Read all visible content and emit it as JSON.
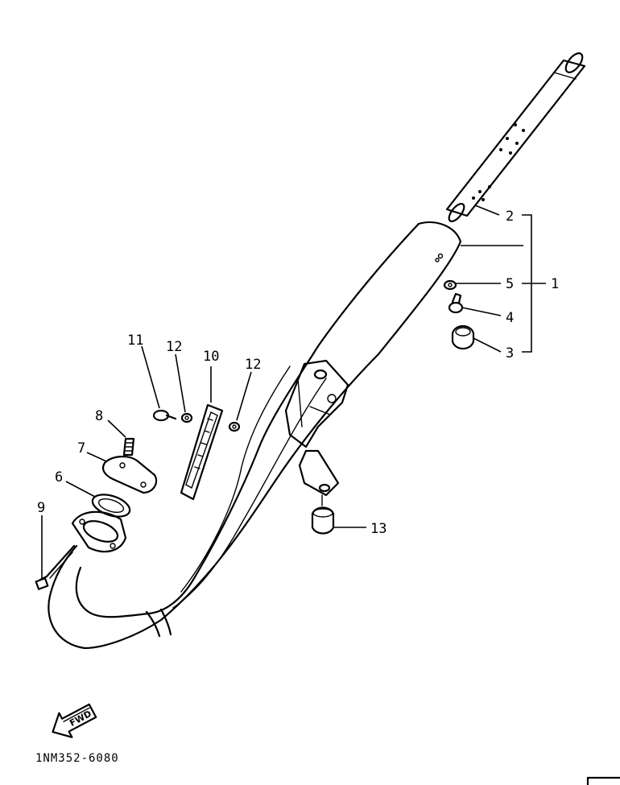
{
  "callouts": [
    "1",
    "2",
    "3",
    "4",
    "5",
    "6",
    "7",
    "8",
    "9",
    "10",
    "11",
    "12",
    "12",
    "13"
  ],
  "fwd_label": "FWD",
  "diagram_code": "1NM352-6080"
}
